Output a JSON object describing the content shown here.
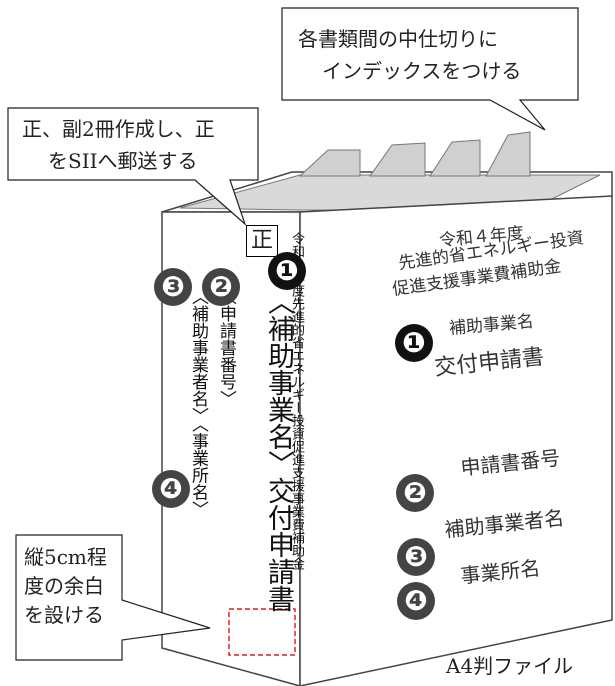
{
  "callouts": {
    "index_line1": "各書類間の中仕切りに",
    "index_line2": "インデックスをつける",
    "copies_line1": "正、副2冊作成し、正",
    "copies_line2": "をSIIへ郵送する",
    "margin_line1": "縦5cm程",
    "margin_line2": "度の余白",
    "margin_line3": "を設ける"
  },
  "spine": {
    "seal": "正",
    "program_name": "令和４年度先進的省エネルギー投資促進支援事業費補助金",
    "title": "〈補助事業名〉交付申請書",
    "app_number": "〈申請書番号〉",
    "company": "〈補助事業者名〉〈事業所名〉"
  },
  "cover": {
    "line1": "令和４年度",
    "line2": "先進的省エネルギー投資",
    "line3": "促進支援事業費補助金",
    "project_label": "補助事業名",
    "doc_title": "交付申請書",
    "app_number": "申請書番号",
    "company": "補助事業者名",
    "office": "事業所名"
  },
  "markers": [
    "❶",
    "❷",
    "❸",
    "❹"
  ],
  "file_label": "A4判ファイル"
}
